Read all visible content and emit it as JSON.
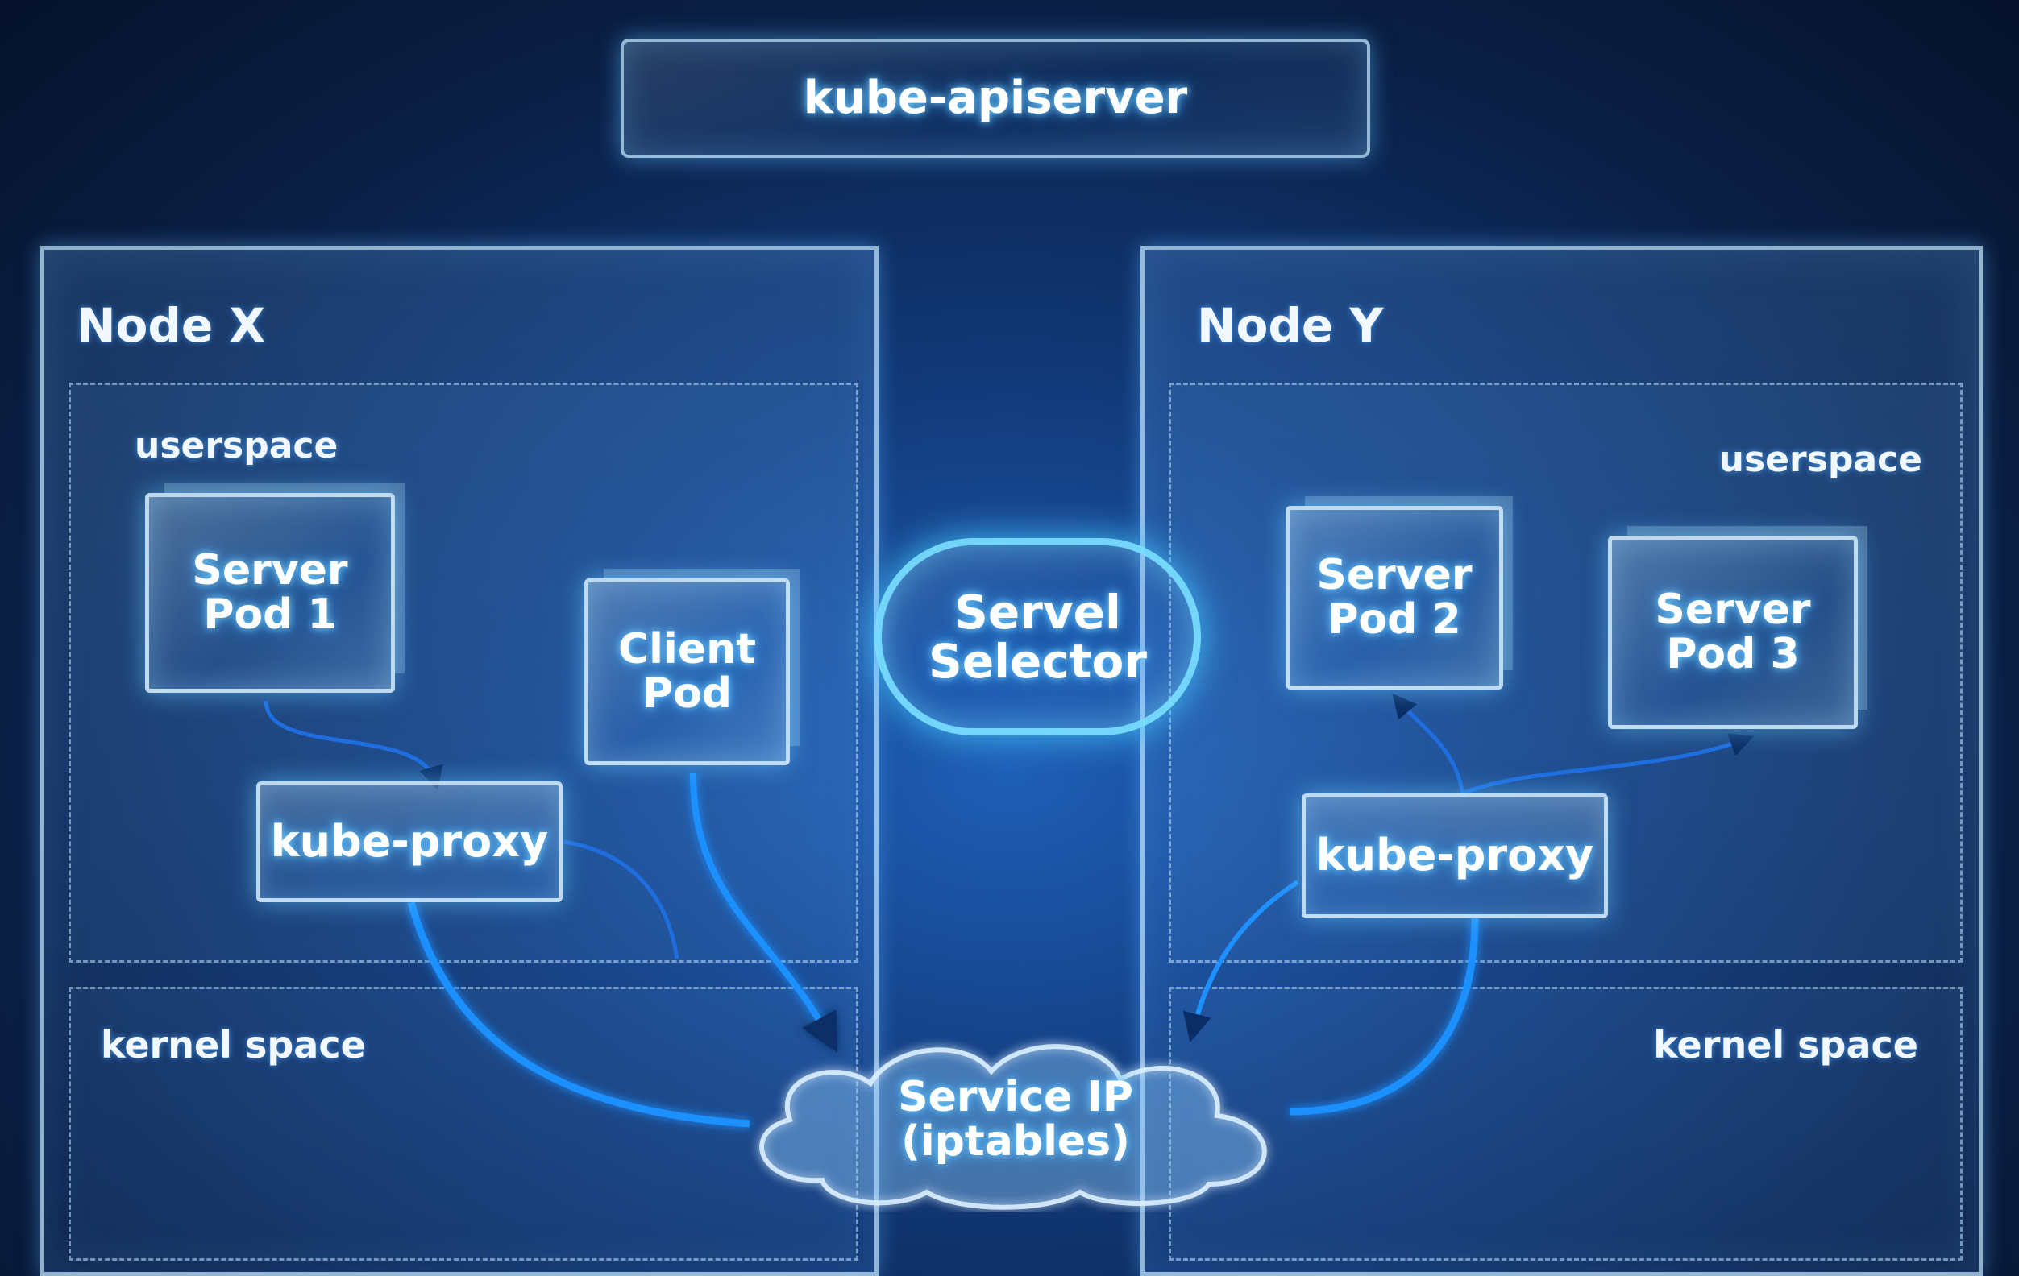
{
  "apiserver": {
    "label": "kube-apiserver"
  },
  "node_x": {
    "title": "Node X",
    "userspace_label": "userspace",
    "kernel_label": "kernel space",
    "server_pod": {
      "line1": "Server",
      "line2": "Pod 1"
    },
    "client_pod": {
      "line1": "Client",
      "line2": "Pod"
    },
    "proxy": "kube-proxy"
  },
  "node_y": {
    "title": "Node Y",
    "userspace_label": "userspace",
    "kernel_label": "kernel space",
    "server_pod_2": {
      "line1": "Server",
      "line2": "Pod 2"
    },
    "server_pod_3": {
      "line1": "Server",
      "line2": "Pod 3"
    },
    "proxy": "kube-proxy"
  },
  "selector": {
    "line1": "Servel",
    "line2": "Selector"
  },
  "service_ip": {
    "line1": "Service IP",
    "line2": "(iptables)"
  },
  "colors": {
    "glow": "#4fc3ff",
    "wire": "#1e90ff",
    "background": "#0a1f45"
  }
}
